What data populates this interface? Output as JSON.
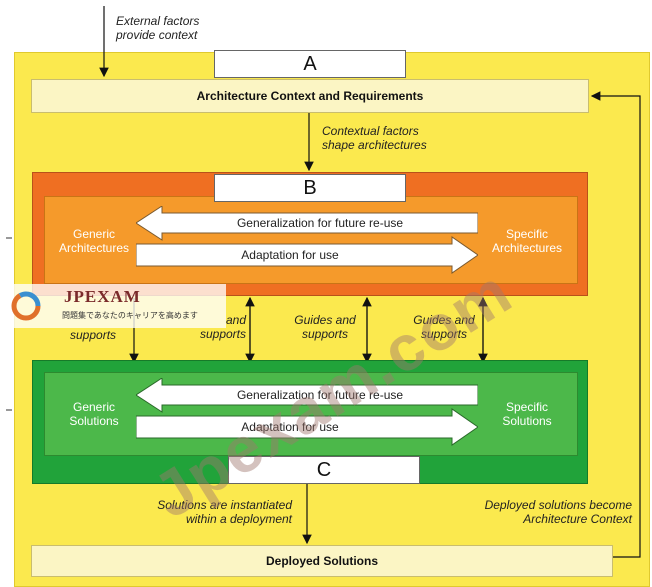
{
  "top_note": "External factors\nprovide context",
  "box_a": {
    "letter": "A",
    "title": "Architecture Context and Requirements"
  },
  "contextual_note": "Contextual factors\nshape architectures",
  "box_b": {
    "letter": "B",
    "left_label": "Generic\nArchitectures",
    "right_label": "Specific\nArchitectures",
    "arrow_left_label": "Generalization for future re-use",
    "arrow_right_label": "Adaptation for use"
  },
  "guides": {
    "left": "supports",
    "center_left": "and\nsupports",
    "center": "Guides and\nsupports",
    "right": "Guides and\nsupports"
  },
  "box_c": {
    "letter": "C",
    "left_label": "Generic\nSolutions",
    "right_label": "Specific\nSolutions",
    "arrow_left_label": "Generalization for future re-use",
    "arrow_right_label": "Adaptation for use"
  },
  "solutions_note": "Solutions are instantiated\nwithin a deployment",
  "deployed_note": "Deployed solutions become\nArchitecture Context",
  "deployed_title": "Deployed Solutions",
  "watermark_text": "Jpexam.com",
  "logo": {
    "title": "JPEXAM",
    "subtitle": "問題集であなたのキャリアを高めます"
  },
  "colors": {
    "yellow": "#fbe94e",
    "orange_outer": "#ef6f22",
    "orange_inner": "#f59a2b",
    "green_outer": "#21a33a",
    "green_inner": "#4cb84a"
  }
}
